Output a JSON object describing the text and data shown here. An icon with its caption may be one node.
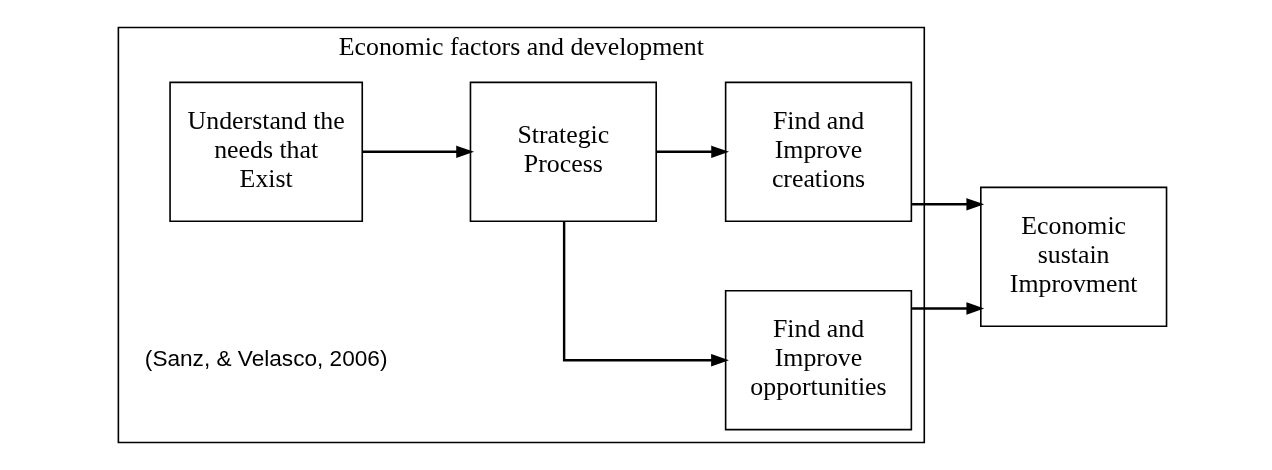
{
  "diagram": {
    "nodes": [
      {
        "text": [
          "Economic factors and development"
        ]
      },
      {
        "text": [
          "Understand the needs that Exist"
        ],
        "in": 0
      },
      {
        "text": [
          "Strategic Process"
        ],
        "in": 0
      },
      {
        "text": [
          "Find and Improve opportunities"
        ],
        "in": 0
      },
      {
        "text": [
          "Find and Improve creations"
        ],
        "in": 0
      },
      {
        "text": [
          "Economic sustain Improvment"
        ]
      }
    ],
    "edges": [
      {
        "from": 1,
        "to": 2,
        "arrow": "to"
      },
      {
        "from": 2,
        "to": 3,
        "arrow": "to"
      },
      {
        "from": 2,
        "to": 4,
        "arrow": "to"
      },
      {
        "from": 3,
        "to": 5,
        "arrow": "to"
      },
      {
        "from": 4,
        "to": 5,
        "arrow": "to"
      }
    ],
    "labels": [
      "(Sanz, & Velasco, 2006)"
    ]
  }
}
